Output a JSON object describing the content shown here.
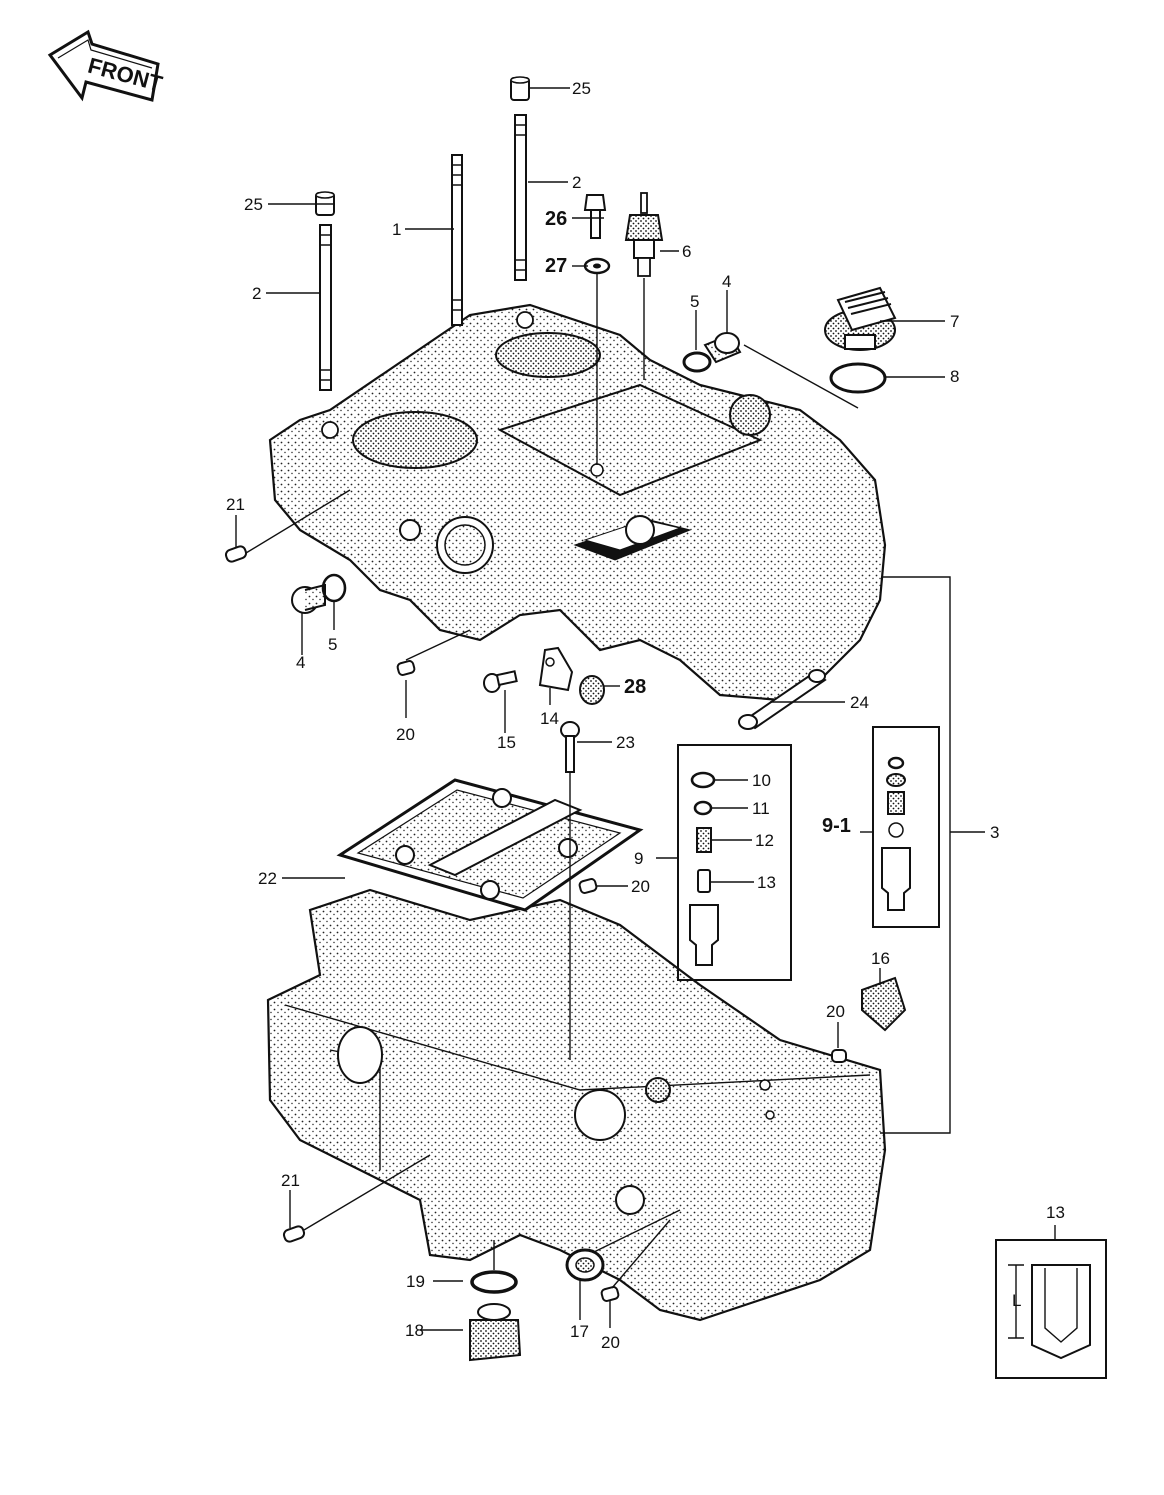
{
  "front_label": "FRONT",
  "callouts": {
    "c1": "1",
    "c2a": "2",
    "c2b": "2",
    "c3": "3",
    "c4a": "4",
    "c4b": "4",
    "c5a": "5",
    "c5b": "5",
    "c6": "6",
    "c7": "7",
    "c8": "8",
    "c9": "9",
    "c9_1": "9-1",
    "c10": "10",
    "c11": "11",
    "c12": "12",
    "c13": "13",
    "c13_detail": "13",
    "c14": "14",
    "c15": "15",
    "c16": "16",
    "c17": "17",
    "c18": "18",
    "c19": "19",
    "c20a": "20",
    "c20b": "20",
    "c20c": "20",
    "c20d": "20",
    "c21a": "21",
    "c21b": "21",
    "c22": "22",
    "c23": "23",
    "c24": "24",
    "c25a": "25",
    "c25b": "25",
    "c26": "26",
    "c27": "27",
    "c28": "28"
  },
  "detail_dimension_label": "L"
}
